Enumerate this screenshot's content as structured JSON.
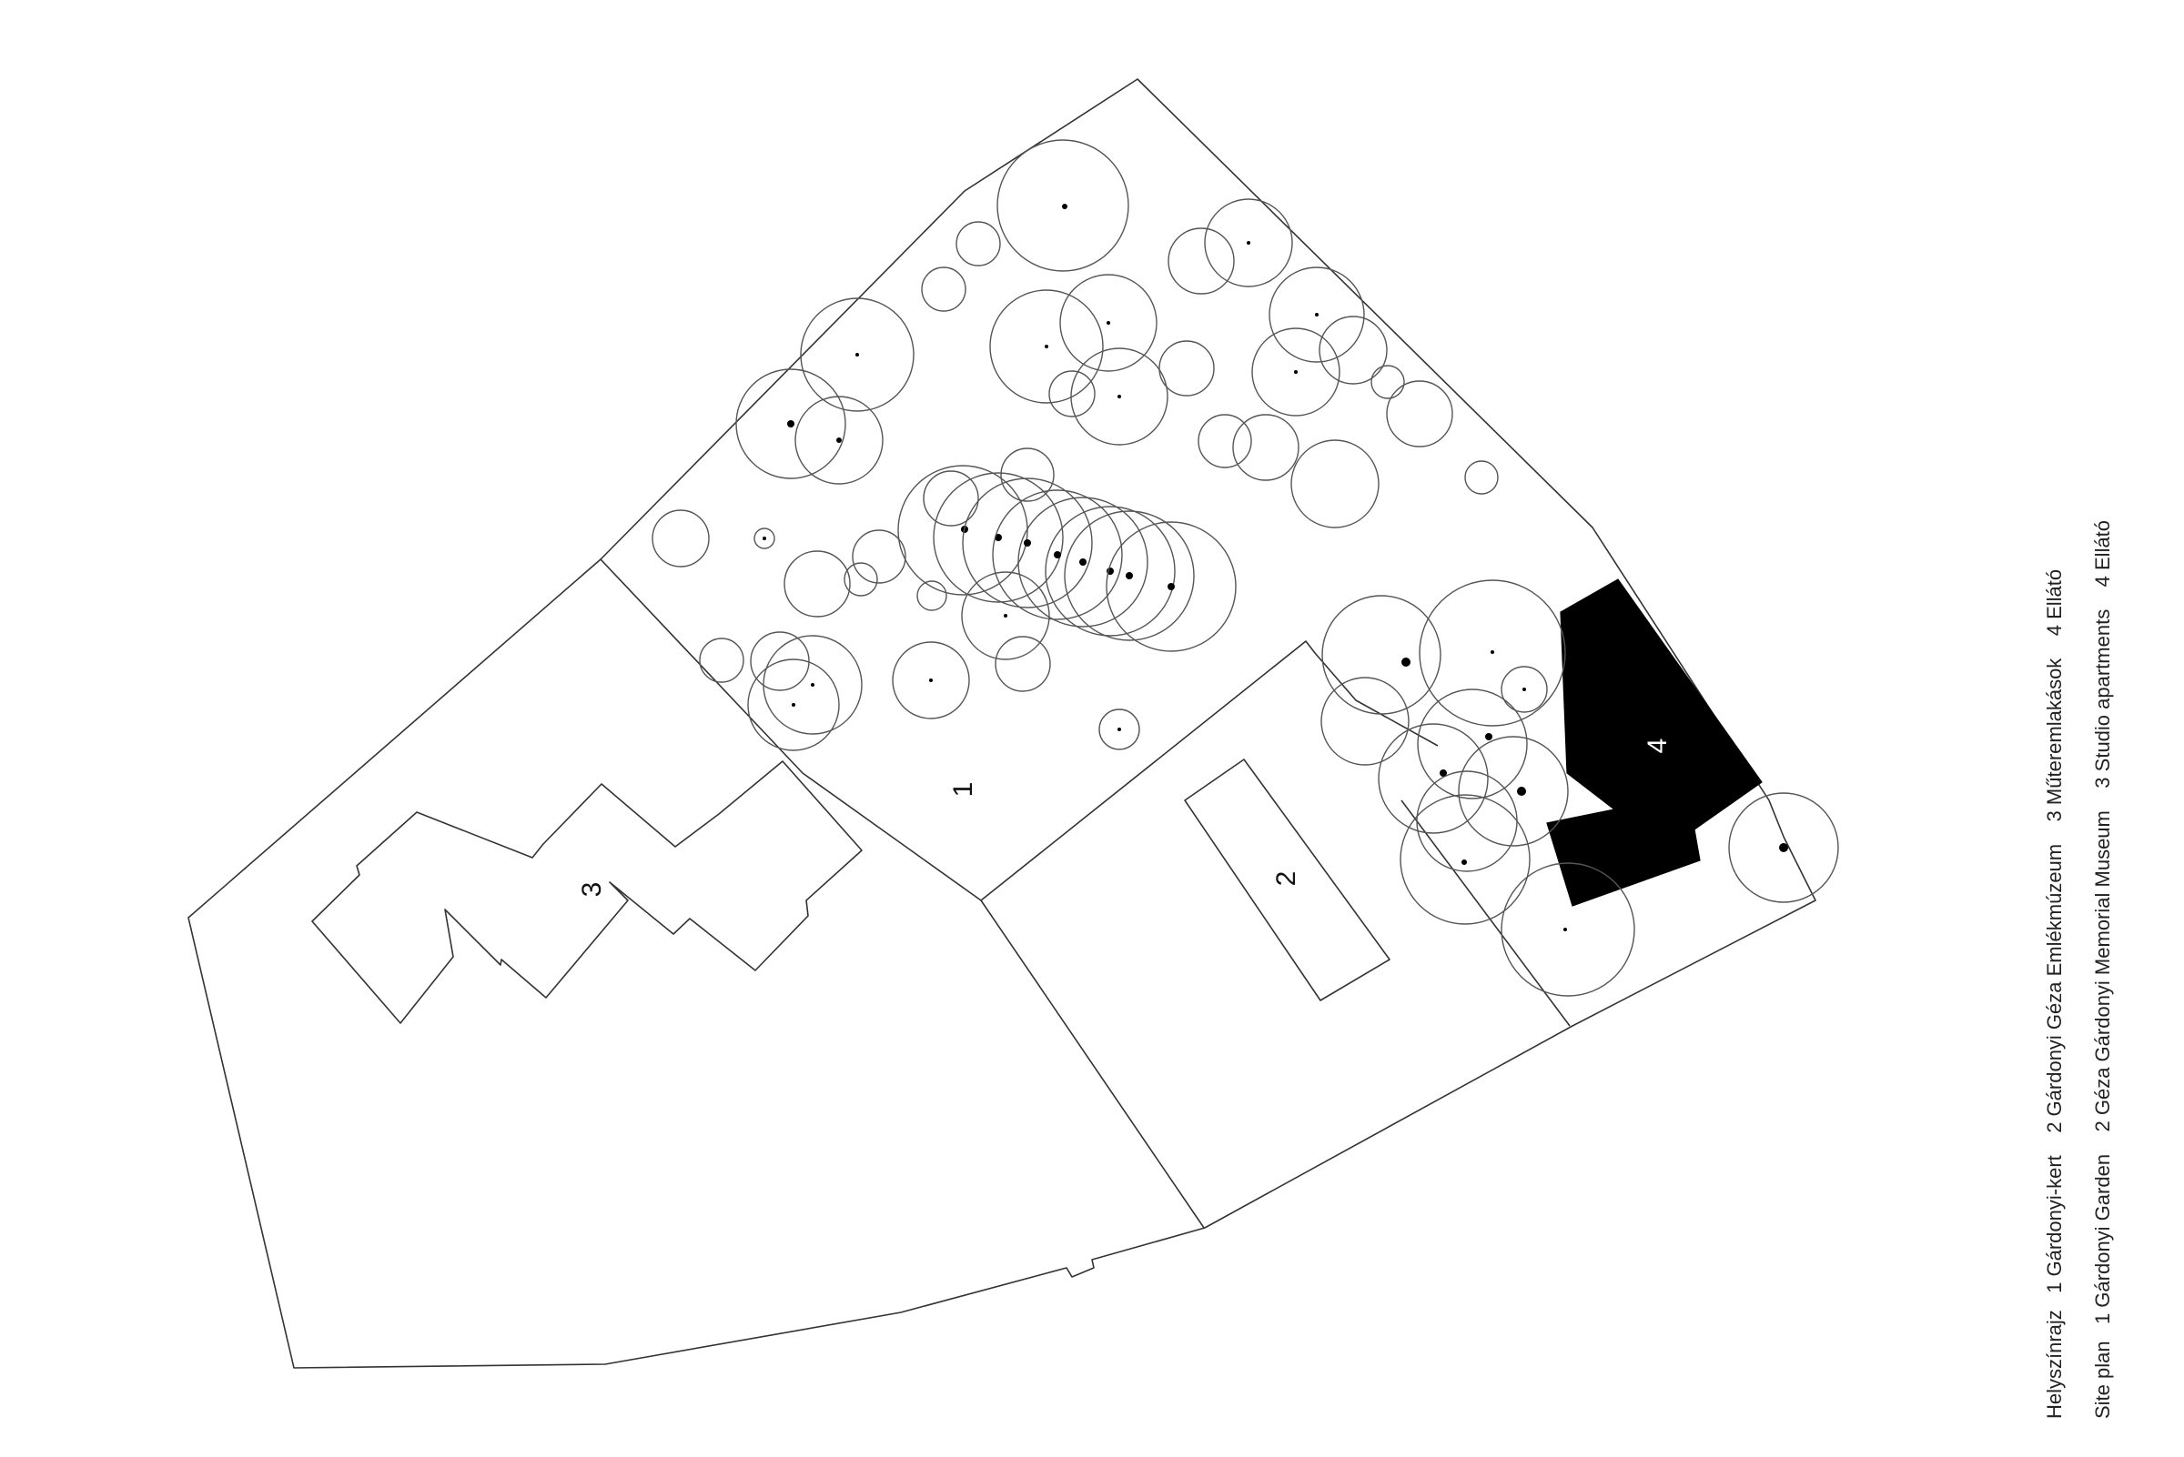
{
  "labels": {
    "zone_1": "1",
    "zone_2": "2",
    "zone_3": "3",
    "zone_4": "4"
  },
  "caption": {
    "hungarian": "Helyszínrajz   1 Gárdonyi-kert    2 Gárdonyi Géza Emlékmúzeum    3 Műteremlakások    4 Ellátó",
    "english": "Site plan   1 Gárdonyi Garden    2 Géza Gárdonyi Memorial Museum    3 Studio apartments    4 Ellátó"
  },
  "colors": {
    "line": "#333333",
    "fill_building_4": "#000000",
    "background": "#ffffff"
  }
}
